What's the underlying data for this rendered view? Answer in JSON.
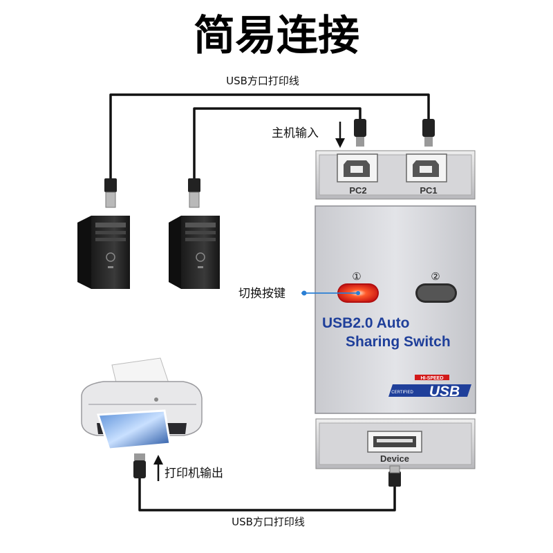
{
  "title": "简易连接",
  "cable_top_label": "USB方口打印线",
  "cable_bottom_label": "USB方口打印线",
  "host_input_label": "主机输入",
  "switch_button_label": "切换按键",
  "printer_output_label": "打印机输出",
  "switch": {
    "port_pc2": "PC2",
    "port_pc1": "PC1",
    "port_device": "Device",
    "name_line1": "USB2.0 Auto",
    "name_line2": "Sharing Switch",
    "button1_number": "①",
    "button2_number": "②",
    "logo_certified": "CERTIFIED",
    "logo_hispeed": "HI-SPEED",
    "logo_usb": "USB"
  },
  "colors": {
    "switch_body": "#d9dade",
    "switch_text": "#1f3f9a",
    "led_active": "#ff2a1a",
    "pointer": "#2a7fd4"
  }
}
